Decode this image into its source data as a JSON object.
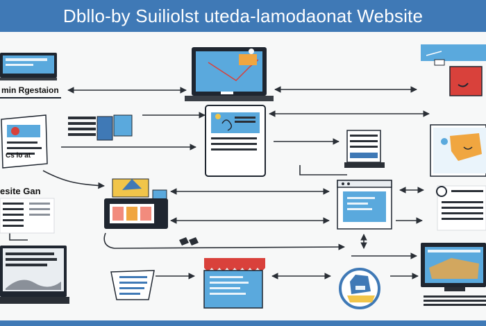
{
  "header": {
    "title": "Dbllo-by Suiliolst uteda-lamodaonat Website"
  },
  "labels": {
    "left_top": "min Rgestaion",
    "left_mid": "Cs lo at",
    "left_lower": "esite Gan"
  },
  "colors": {
    "header": "#3f79b6",
    "screen_blue": "#5aa9dd",
    "dark": "#1f2630",
    "red": "#d9413b",
    "orange": "#f0a640",
    "yellow": "#f1c54a"
  },
  "icons": [
    "monitor-icon",
    "laptop-icon",
    "tablet-icon",
    "document-icon",
    "computer-icon",
    "storefront-icon",
    "badge-icon",
    "folder-icon",
    "map-icon",
    "cursor-icon"
  ]
}
